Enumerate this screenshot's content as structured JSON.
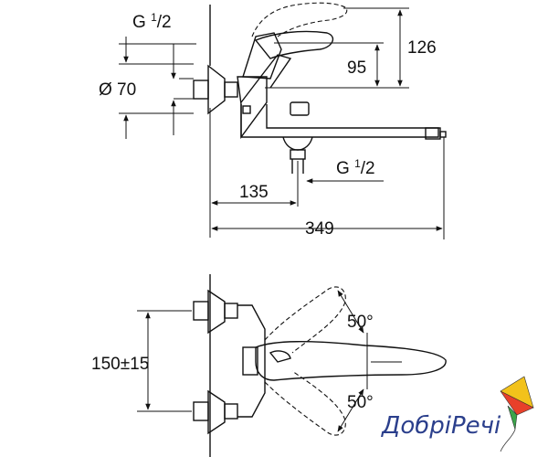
{
  "top_view": {
    "thread_top": {
      "base": "G ",
      "num": "1",
      "den": "/2"
    },
    "diameter": "Ø 70",
    "dim_95": "95",
    "dim_126": "126",
    "thread_bottom": {
      "base": "G ",
      "num": "1",
      "den": "/2"
    },
    "dim_135": "135",
    "dim_349": "349"
  },
  "front_view": {
    "angle_up": "50°",
    "angle_down": "50°",
    "dim_150": "150±15"
  },
  "logo": {
    "text": "ДобріРечі",
    "colors": {
      "text": "#2b3f8c",
      "kite_red": "#e8402a",
      "kite_green": "#3aa54a",
      "kite_yellow": "#f2c21b"
    }
  }
}
